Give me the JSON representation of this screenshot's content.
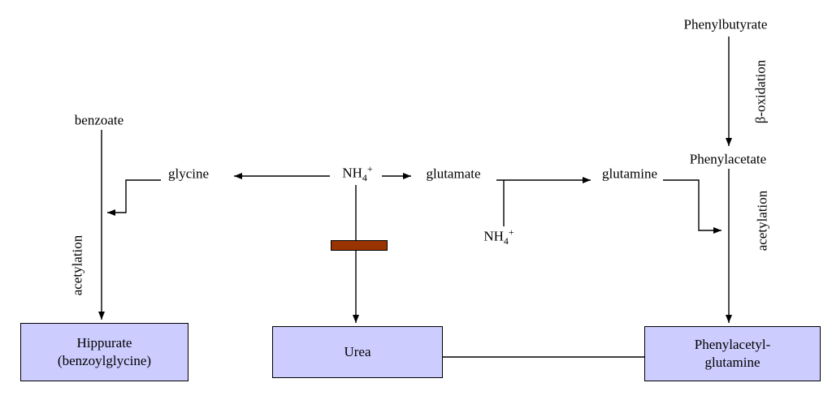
{
  "diagram": {
    "nodes": {
      "phenylbutyrate": "Phenylbutyrate",
      "phenylacetate": "Phenylacetate",
      "benzoate": "benzoate",
      "glycine": "glycine",
      "glutamate": "glutamate",
      "glutamine": "glutamine",
      "nh4_center": {
        "base": "NH",
        "sub": "4",
        "sup": "+"
      },
      "nh4_lower": {
        "base": "NH",
        "sub": "4",
        "sup": "+"
      }
    },
    "process_labels": {
      "beta_oxidation": "β-oxidation",
      "acetylation_left": "acetylation",
      "acetylation_right": "acetylation"
    },
    "boxes": {
      "hippurate": {
        "line1": "Hippurate",
        "line2": "(benzoylglycine)"
      },
      "urea": {
        "line1": "Urea"
      },
      "phenylacetylglutamine": {
        "line1": "Phenylacetyl-",
        "line2": "glutamine"
      }
    },
    "colors": {
      "background": "#ffffff",
      "box_fill": "#ccccff",
      "box_border": "#000000",
      "line_color": "#000000",
      "blocked_bar_fill": "#993300",
      "blocked_bar_border": "#000000"
    }
  }
}
